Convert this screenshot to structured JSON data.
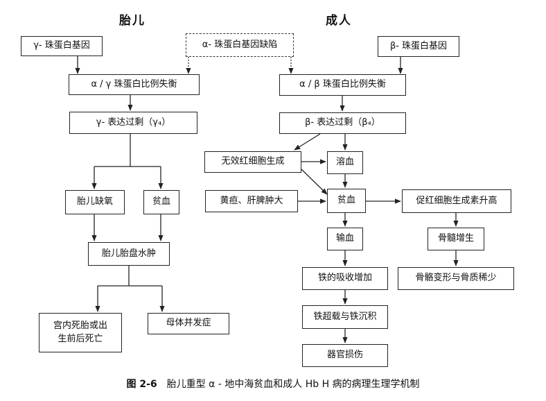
{
  "headers": {
    "fetus": "胎儿",
    "adult": "成人"
  },
  "boxes": {
    "gamma_gene": "γ- 珠蛋白基因",
    "alpha_defect": "α- 珠蛋白基因缺陷",
    "beta_gene": "β- 珠蛋白基因",
    "alpha_gamma_imbalance": "α / γ 珠蛋白比例失衡",
    "alpha_beta_imbalance": "α / β 珠蛋白比例失衡",
    "gamma_excess": "γ- 表达过剩（γ₄）",
    "beta_excess": "β- 表达过剩（β₄）",
    "fetal_hypoxia": "胎儿缺氧",
    "fetal_anemia": "贫血",
    "hydrops": "胎儿胎盘水肿",
    "stillbirth": "宫内死胎或出\n生前后死亡",
    "maternal_complication": "母体并发症",
    "ineffective_erythropoiesis": "无效红细胞生成",
    "hemolysis": "溶血",
    "jaundice": "黄疸、肝脾肿大",
    "adult_anemia": "贫血",
    "epo_rise": "促红细胞生成素升高",
    "transfusion": "输血",
    "marrow_hyperplasia": "骨髓增生",
    "iron_absorption": "铁的吸收增加",
    "bone_deformity": "骨骼变形与骨质稀少",
    "iron_overload": "铁超载与铁沉积",
    "organ_damage": "器官损伤"
  },
  "caption": {
    "number": "图 2-6",
    "text": "胎儿重型 α - 地中海贫血和成人 Hb H 病的病理生理学机制"
  },
  "colors": {
    "line": "#222222",
    "dashed_line": "#333333"
  }
}
